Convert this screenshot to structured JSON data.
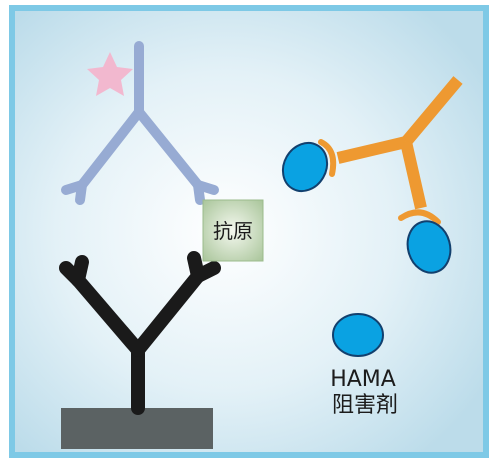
{
  "antigen": {
    "label": "抗原"
  },
  "blocker": {
    "line1": "HAMA",
    "line2": "阻害剤"
  },
  "colors": {
    "frame_border": "#7ec9e6",
    "background_center": "#ffffff",
    "background_edge": "#bcdcea",
    "capture_antibody": "#1a1a1a",
    "solid_phase": "#5b6263",
    "detection_antibody": "#97abd3",
    "label_star": "#f2b8cf",
    "hama_antibody": "#ee9931",
    "blocker_blob": "#0aa2e2",
    "antigen_box": "#a9c59a"
  }
}
